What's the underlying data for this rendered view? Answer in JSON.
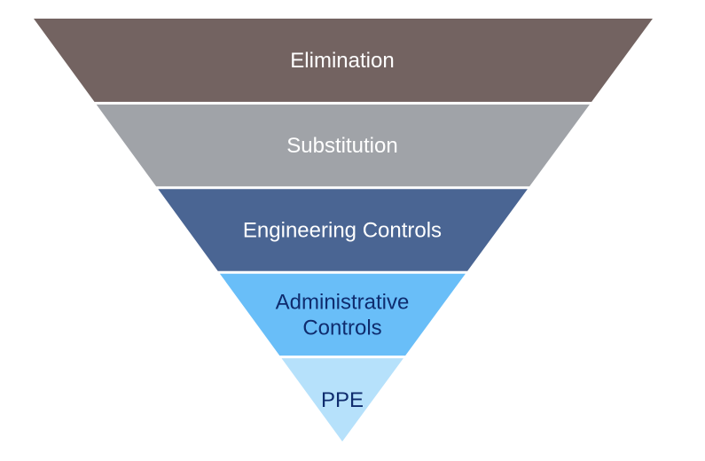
{
  "diagram": {
    "tiers": [
      {
        "lines": [
          "Elimination"
        ],
        "fill": "#736361",
        "text_color": "#ffffff"
      },
      {
        "lines": [
          "Substitution"
        ],
        "fill": "#a0a3a8",
        "text_color": "#ffffff"
      },
      {
        "lines": [
          "Engineering Controls"
        ],
        "fill": "#4a6593",
        "text_color": "#ffffff"
      },
      {
        "lines": [
          "Administrative",
          "Controls"
        ],
        "fill": "#69bef8",
        "text_color": "#0f2c6e"
      },
      {
        "lines": [
          "PPE"
        ],
        "fill": "#b6e1fb",
        "text_color": "#0f2c6e"
      }
    ]
  }
}
